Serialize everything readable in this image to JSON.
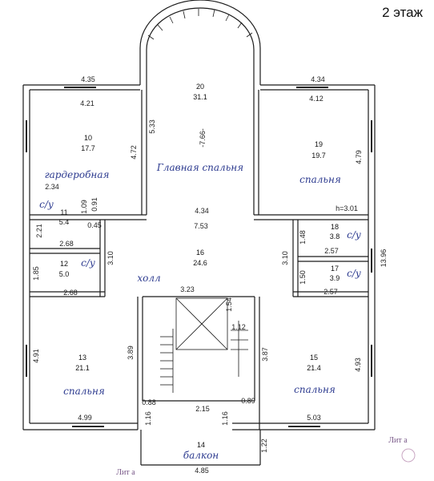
{
  "page": {
    "title": "2 этаж"
  },
  "rooms": [
    {
      "id": "10",
      "area": "17.7",
      "name": "гардеробная"
    },
    {
      "id": "11",
      "area": "5.4",
      "name": "с/у"
    },
    {
      "id": "12",
      "area": "5.0",
      "name": "с/у"
    },
    {
      "id": "13",
      "area": "21.1",
      "name": "спальня"
    },
    {
      "id": "14",
      "area": "",
      "name": "балкон"
    },
    {
      "id": "15",
      "area": "21.4",
      "name": "спальня"
    },
    {
      "id": "16",
      "area": "24.6",
      "name": "холл"
    },
    {
      "id": "17",
      "area": "3.9",
      "name": "с/у"
    },
    {
      "id": "18",
      "area": "3.8",
      "name": "с/у"
    },
    {
      "id": "19",
      "area": "19.7",
      "name": "спальня"
    },
    {
      "id": "20",
      "area": "31.1",
      "name": "Главная спальня"
    }
  ],
  "dimensions": {
    "d1": "4.35",
    "d2": "4.21",
    "d3": "4.34",
    "d4": "4.12",
    "d5": "5.33",
    "d6": "-7.66-",
    "d7": "4.72",
    "d8": "4.79",
    "d9": "2.34",
    "d10": "1.09",
    "d11": "0.91",
    "d12": "4.34",
    "d13": "h=3.01",
    "d14": "2.21",
    "d15": "0.45",
    "d16": "7.53",
    "d17": "1.48",
    "d18": "2.68",
    "d19": "3.10",
    "d20": "3.10",
    "d21": "2.57",
    "d22": "13.96",
    "d23": "1.85",
    "d24": "1.50",
    "d25": "2.68",
    "d26": "3.23",
    "d27": "1.54",
    "d28": "2.57",
    "d29": "1.12",
    "d30": "3.89",
    "d31": "3.87",
    "d32": "4.91",
    "d33": "4.93",
    "d34": "0.88",
    "d35": "0.89",
    "d36": "2.15",
    "d37": "1.16",
    "d38": "1.16",
    "d39": "4.99",
    "d40": "5.03",
    "d41": "1.22",
    "d42": "4.85"
  },
  "watermarks": {
    "w1": "Лит а",
    "w2": "Лит а"
  }
}
